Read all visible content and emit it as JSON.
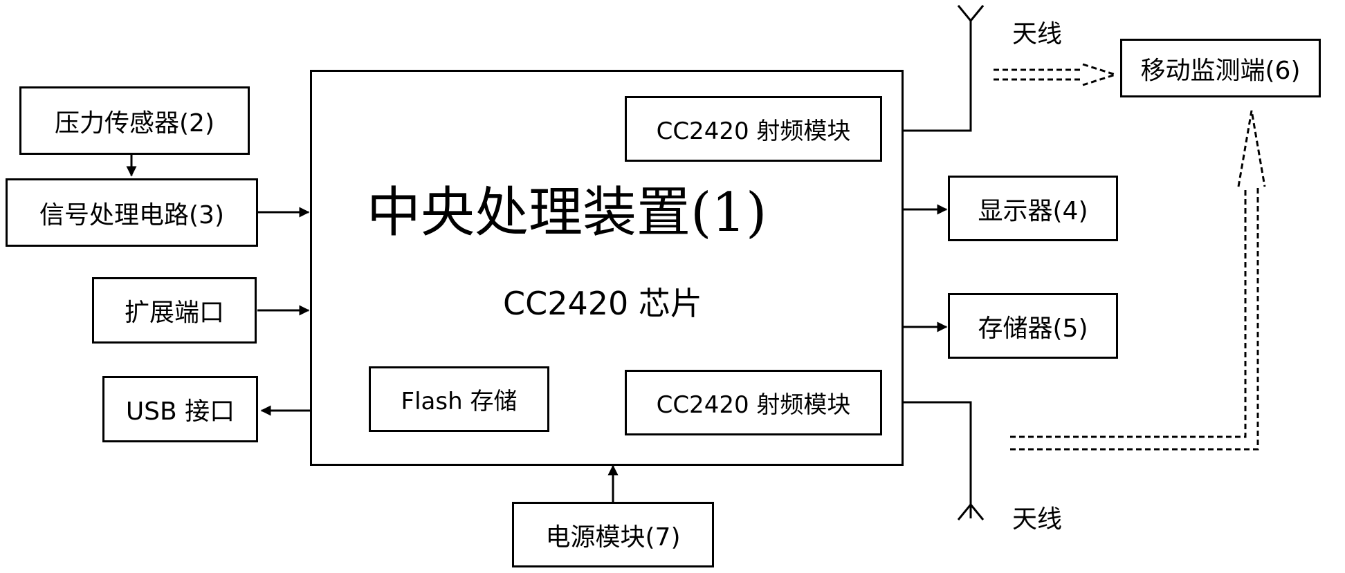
{
  "central": {
    "title": "中央处理装置(1)",
    "chip": "CC2420 芯片",
    "rf_top": "CC2420 射频模块",
    "rf_bottom": "CC2420 射频模块",
    "flash": "Flash 存储"
  },
  "left": {
    "pressure_sensor": "压力传感器(2)",
    "signal_circuit": "信号处理电路(3)",
    "expansion_port": "扩展端口",
    "usb_port": "USB 接口"
  },
  "right": {
    "display": "显示器(4)",
    "storage": "存储器(5)",
    "mobile_monitor": "移动监测端(6)",
    "antenna_top": "天线",
    "antenna_bottom": "天线"
  },
  "bottom": {
    "power": "电源模块(7)"
  }
}
